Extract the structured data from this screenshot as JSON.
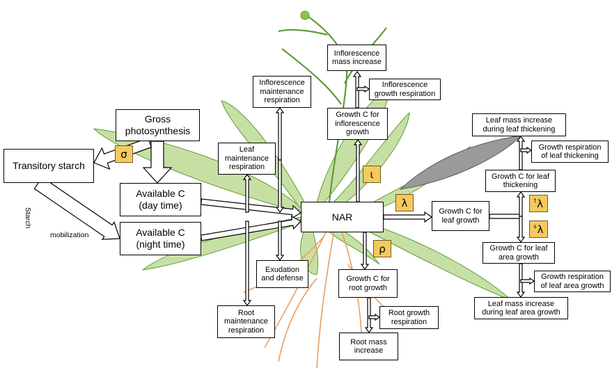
{
  "colors": {
    "leaf_fill": "#c6e0a4",
    "leaf_edge": "#5e9a3a",
    "root": "#e8a060",
    "param_fill": "#f6c95c",
    "thick_leaf": "#9a9a9a"
  },
  "nodes": {
    "gross_photosynthesis": "Gross\nphotosynthesis",
    "transitory_starch": "Transitory starch",
    "available_c_day": "Available C\n(day time)",
    "available_c_night": "Available C\n(night time)",
    "leaf_maintenance_respiration": "Leaf\nmaintenance\nrespiration",
    "inflorescence_maintenance_respiration": "Inflorescence\nmaintenance\nrespiration",
    "inflorescence_mass_increase": "Inflorescence\nmass increase",
    "inflorescence_growth_respiration": "Inflorescence\ngrowth respiration",
    "growth_c_inflorescence": "Growth C for\ninflorescence\ngrowth",
    "nar": "NAR",
    "exudation_defense": "Exudation\nand defense",
    "root_maintenance_respiration": "Root\nmaintenance\nrespiration",
    "growth_c_root": "Growth C for\nroot growth",
    "root_growth_respiration": "Root growth\nrespiration",
    "root_mass_increase": "Root mass\nincrease",
    "growth_c_leaf": "Growth C for\nleaf growth",
    "leaf_mass_increase_thickening": "Leaf mass increase\nduring leaf thickening",
    "growth_respiration_thickening": "Growth respiration\nof leaf thickening",
    "growth_c_leaf_thickening": "Growth C for leaf\nthickening",
    "growth_c_leaf_area": "Growth C for leaf\narea growth",
    "growth_respiration_leaf_area": "Growth respiration\nof leaf area growth",
    "leaf_mass_increase_area": "Leaf mass increase\nduring leaf area growth"
  },
  "labels": {
    "starch": "Starch",
    "mobilization": "mobilization"
  },
  "params": {
    "sigma": "σ",
    "iota": "ι",
    "lambda": "λ",
    "rho": "ρ",
    "lambda_sup_t": "t",
    "lambda_sup_s": "s",
    "lambda_sub": "λ"
  }
}
